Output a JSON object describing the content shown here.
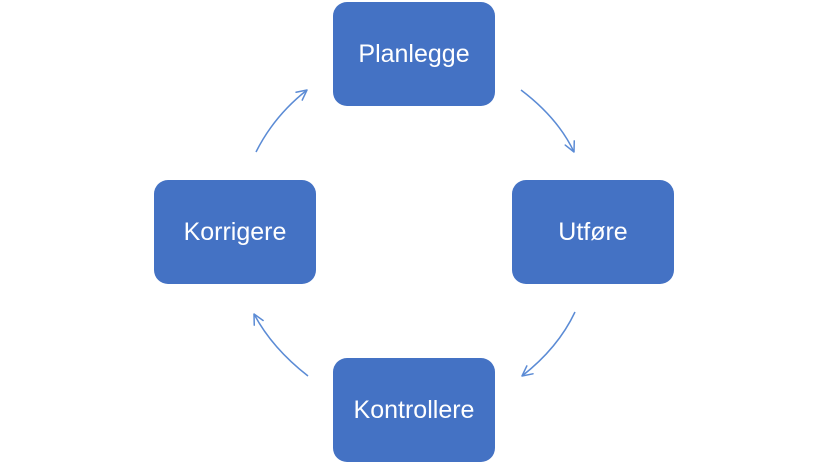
{
  "colors": {
    "node_fill": "#4472C4",
    "node_text": "#FFFFFF",
    "arrow": "#5B8BD5",
    "background": "#FFFFFF"
  },
  "diagram": {
    "type": "cycle",
    "direction": "clockwise",
    "nodes": [
      {
        "id": "plan",
        "label": "Planlegge"
      },
      {
        "id": "do",
        "label": "Utføre"
      },
      {
        "id": "check",
        "label": "Kontrollere"
      },
      {
        "id": "act",
        "label": "Korrigere"
      }
    ],
    "edges": [
      {
        "from": "plan",
        "to": "do"
      },
      {
        "from": "do",
        "to": "check"
      },
      {
        "from": "check",
        "to": "act"
      },
      {
        "from": "act",
        "to": "plan"
      }
    ]
  }
}
